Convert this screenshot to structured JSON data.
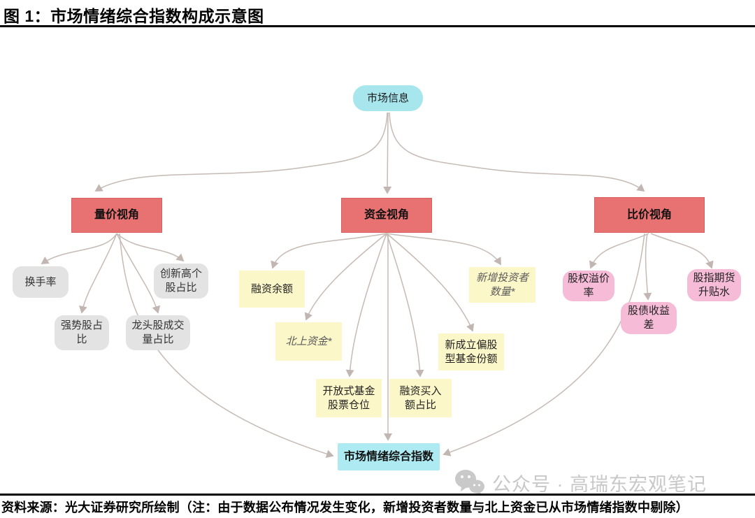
{
  "figure": {
    "title": "图 1：市场情绪综合指数构成示意图",
    "source_note": "资料来源：光大证券研究所绘制（注：由于数据公布情况发生变化，新增投资者数量与北上资金已从市场情绪指数中剔除）"
  },
  "watermark": {
    "icon": "wechat-icon",
    "text": "公众号 · 高瑞东宏观笔记"
  },
  "nodes": {
    "market_info": "市场信息",
    "volume_price_view": "量价视角",
    "capital_view": "资金视角",
    "price_ratio_view": "比价视角",
    "turnover": "换手率",
    "strong_stock_ratio": "强势股占\n比",
    "leading_stock_volume_ratio": "龙头股成交\n量占比",
    "new_high_stock_ratio": "创新高个\n股占比",
    "margin_balance": "融资余额",
    "northbound_capital": "北上资金*",
    "open_fund_equity_position": "开放式基金\n股票仓位",
    "margin_buy_ratio": "融资买入\n额占比",
    "new_equity_fund_shares": "新成立偏股\n型基金份额",
    "new_investor_count": "新增投资者\n数量*",
    "equity_risk_premium": "股权溢价\n率",
    "stock_bond_yield_gap": "股债收益\n差",
    "index_futures_basis": "股指期货\n升贴水",
    "composite_index": "市场情绪综合指数"
  },
  "edges": [
    {
      "from": "市场信息",
      "to": "量价视角"
    },
    {
      "from": "市场信息",
      "to": "资金视角"
    },
    {
      "from": "市场信息",
      "to": "比价视角"
    },
    {
      "from": "量价视角",
      "to": "换手率"
    },
    {
      "from": "量价视角",
      "to": "强势股占比"
    },
    {
      "from": "量价视角",
      "to": "龙头股成交量占比"
    },
    {
      "from": "量价视角",
      "to": "创新高个股占比"
    },
    {
      "from": "量价视角",
      "to": "市场情绪综合指数"
    },
    {
      "from": "资金视角",
      "to": "融资余额"
    },
    {
      "from": "资金视角",
      "to": "北上资金*"
    },
    {
      "from": "资金视角",
      "to": "开放式基金股票仓位"
    },
    {
      "from": "资金视角",
      "to": "融资买入额占比"
    },
    {
      "from": "资金视角",
      "to": "新成立偏股型基金份额"
    },
    {
      "from": "资金视角",
      "to": "新增投资者数量*"
    },
    {
      "from": "资金视角",
      "to": "市场情绪综合指数"
    },
    {
      "from": "比价视角",
      "to": "股权溢价率"
    },
    {
      "from": "比价视角",
      "to": "股债收益差"
    },
    {
      "from": "比价视角",
      "to": "股指期货升贴水"
    },
    {
      "from": "比价视角",
      "to": "市场情绪综合指数"
    }
  ],
  "colors": {
    "root_bg": "#a8e6ee",
    "branch_bg": "#e87171",
    "gray_bg": "#e3e3e3",
    "yellow_bg": "#fbf7c8",
    "pink_bg": "#f5bbd7",
    "output_bg": "#aeeaf2",
    "arrow": "#c6bab4",
    "watermark": "#c8c8c8"
  }
}
